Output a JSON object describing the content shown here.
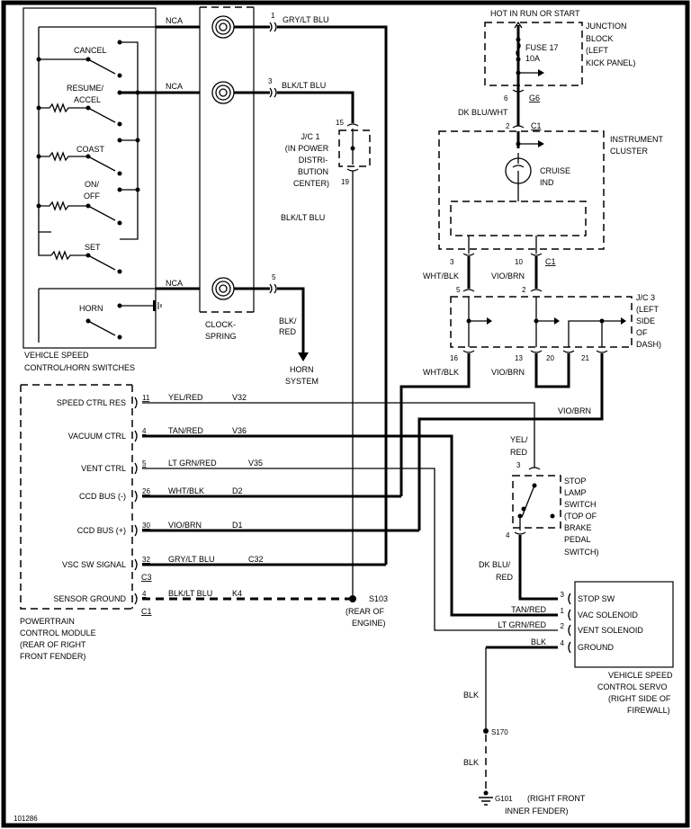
{
  "diagram_id": "101286",
  "switches": {
    "title_lines": [
      "VEHICLE SPEED",
      "CONTROL/HORN SWITCHES"
    ],
    "items": [
      "CANCEL",
      "RESUME/",
      "ACCEL",
      "COAST",
      "ON/",
      "OFF",
      "SET",
      "HORN"
    ],
    "wire_nca": "NCA"
  },
  "clockspring": {
    "label_lines": [
      "CLOCK-",
      "SPRING"
    ],
    "pins": [
      {
        "pin": "1",
        "wire": "GRY/LT BLU"
      },
      {
        "pin": "3",
        "wire": "BLK/LT BLU"
      },
      {
        "pin": "5",
        "wire": "BLK/",
        "wire2": "RED"
      }
    ]
  },
  "jc1": {
    "lines": [
      "J/C 1",
      "(IN POWER",
      "DISTRI-",
      "BUTION",
      "CENTER)"
    ],
    "pin_top": "15",
    "pin_bottom": "19",
    "wire_below": "BLK/LT BLU"
  },
  "horn_system": [
    "HORN",
    "SYSTEM"
  ],
  "junction_block": {
    "hot": "HOT IN RUN OR START",
    "fuse": "FUSE 17",
    "amps": "10A",
    "lines": [
      "JUNCTION",
      "BLOCK",
      "(LEFT",
      "KICK PANEL)"
    ],
    "pin": "6",
    "connector": "G6"
  },
  "dk_blu_wht": "DK BLU/WHT",
  "instrument_cluster": {
    "pin_in": "2",
    "connector": "C1",
    "lines": [
      "INSTRUMENT",
      "CLUSTER"
    ],
    "cruise": [
      "CRUISE",
      "IND"
    ],
    "pin_a": "3",
    "pin_b": "10",
    "connector_out": "C1"
  },
  "wires_cluster": {
    "a": "WHT/BLK",
    "b": "VIO/BRN"
  },
  "jc3": {
    "lines": [
      "J/C 3",
      "(LEFT",
      "SIDE",
      "OF",
      "DASH)"
    ],
    "pin_in_a": "5",
    "pin_in_b": "2",
    "pin_out": [
      "16",
      "13",
      "20",
      "21"
    ],
    "wire_out_a": "WHT/BLK",
    "wire_out_b": "VIO/BRN",
    "wire_21": "VIO/BRN"
  },
  "pcm": {
    "rows": [
      {
        "label": "SPEED CTRL RES",
        "pin": "11",
        "wire": "YEL/RED",
        "circuit": "V32"
      },
      {
        "label": "VACUUM CTRL",
        "pin": "4",
        "wire": "TAN/RED",
        "circuit": "V36"
      },
      {
        "label": "VENT CTRL",
        "pin": "5",
        "wire": "LT GRN/RED",
        "circuit": "V35"
      },
      {
        "label": "CCD BUS (-)",
        "pin": "26",
        "wire": "WHT/BLK",
        "circuit": "D2"
      },
      {
        "label": "CCD BUS (+)",
        "pin": "30",
        "wire": "VIO/BRN",
        "circuit": "D1"
      },
      {
        "label": "VSC SW SIGNAL",
        "pin": "32",
        "wire": "GRY/LT BLU",
        "circuit": "C32"
      },
      {
        "label": "SENSOR GROUND",
        "pin": "4",
        "wire": "BLK/LT BLU",
        "circuit": "K4"
      }
    ],
    "connector_c3": "C3",
    "connector_c1": "C1",
    "title_lines": [
      "POWERTRAIN",
      "CONTROL MODULE",
      "(REAR OF RIGHT",
      "FRONT FENDER)"
    ]
  },
  "splice_s103": {
    "id": "S103",
    "lines": [
      "(REAR OF",
      "ENGINE)"
    ]
  },
  "stop_lamp": {
    "wire_in": [
      "YEL/",
      "RED"
    ],
    "pin_in": "3",
    "pin_out": "4",
    "lines": [
      "STOP",
      "LAMP",
      "SWITCH",
      "(TOP OF",
      "BRAKE",
      "PEDAL",
      "SWITCH)"
    ],
    "wire_out": [
      "DK BLU/",
      "RED"
    ]
  },
  "servo": {
    "rows": [
      {
        "pin": "3",
        "label": "STOP SW",
        "wire": ""
      },
      {
        "pin": "1",
        "label": "VAC SOLENOID",
        "wire": "TAN/RED"
      },
      {
        "pin": "2",
        "label": "VENT SOLENOID",
        "wire": "LT GRN/RED"
      },
      {
        "pin": "4",
        "label": "GROUND",
        "wire": "BLK"
      }
    ],
    "title_lines": [
      "VEHICLE SPEED",
      "CONTROL SERVO",
      "(RIGHT SIDE OF",
      "FIREWALL)"
    ]
  },
  "ground_path": {
    "wire1": "BLK",
    "splice": "S170",
    "wire2": "BLK",
    "ground": "G101",
    "location": [
      "(RIGHT FRONT",
      "INNER FENDER)"
    ]
  }
}
